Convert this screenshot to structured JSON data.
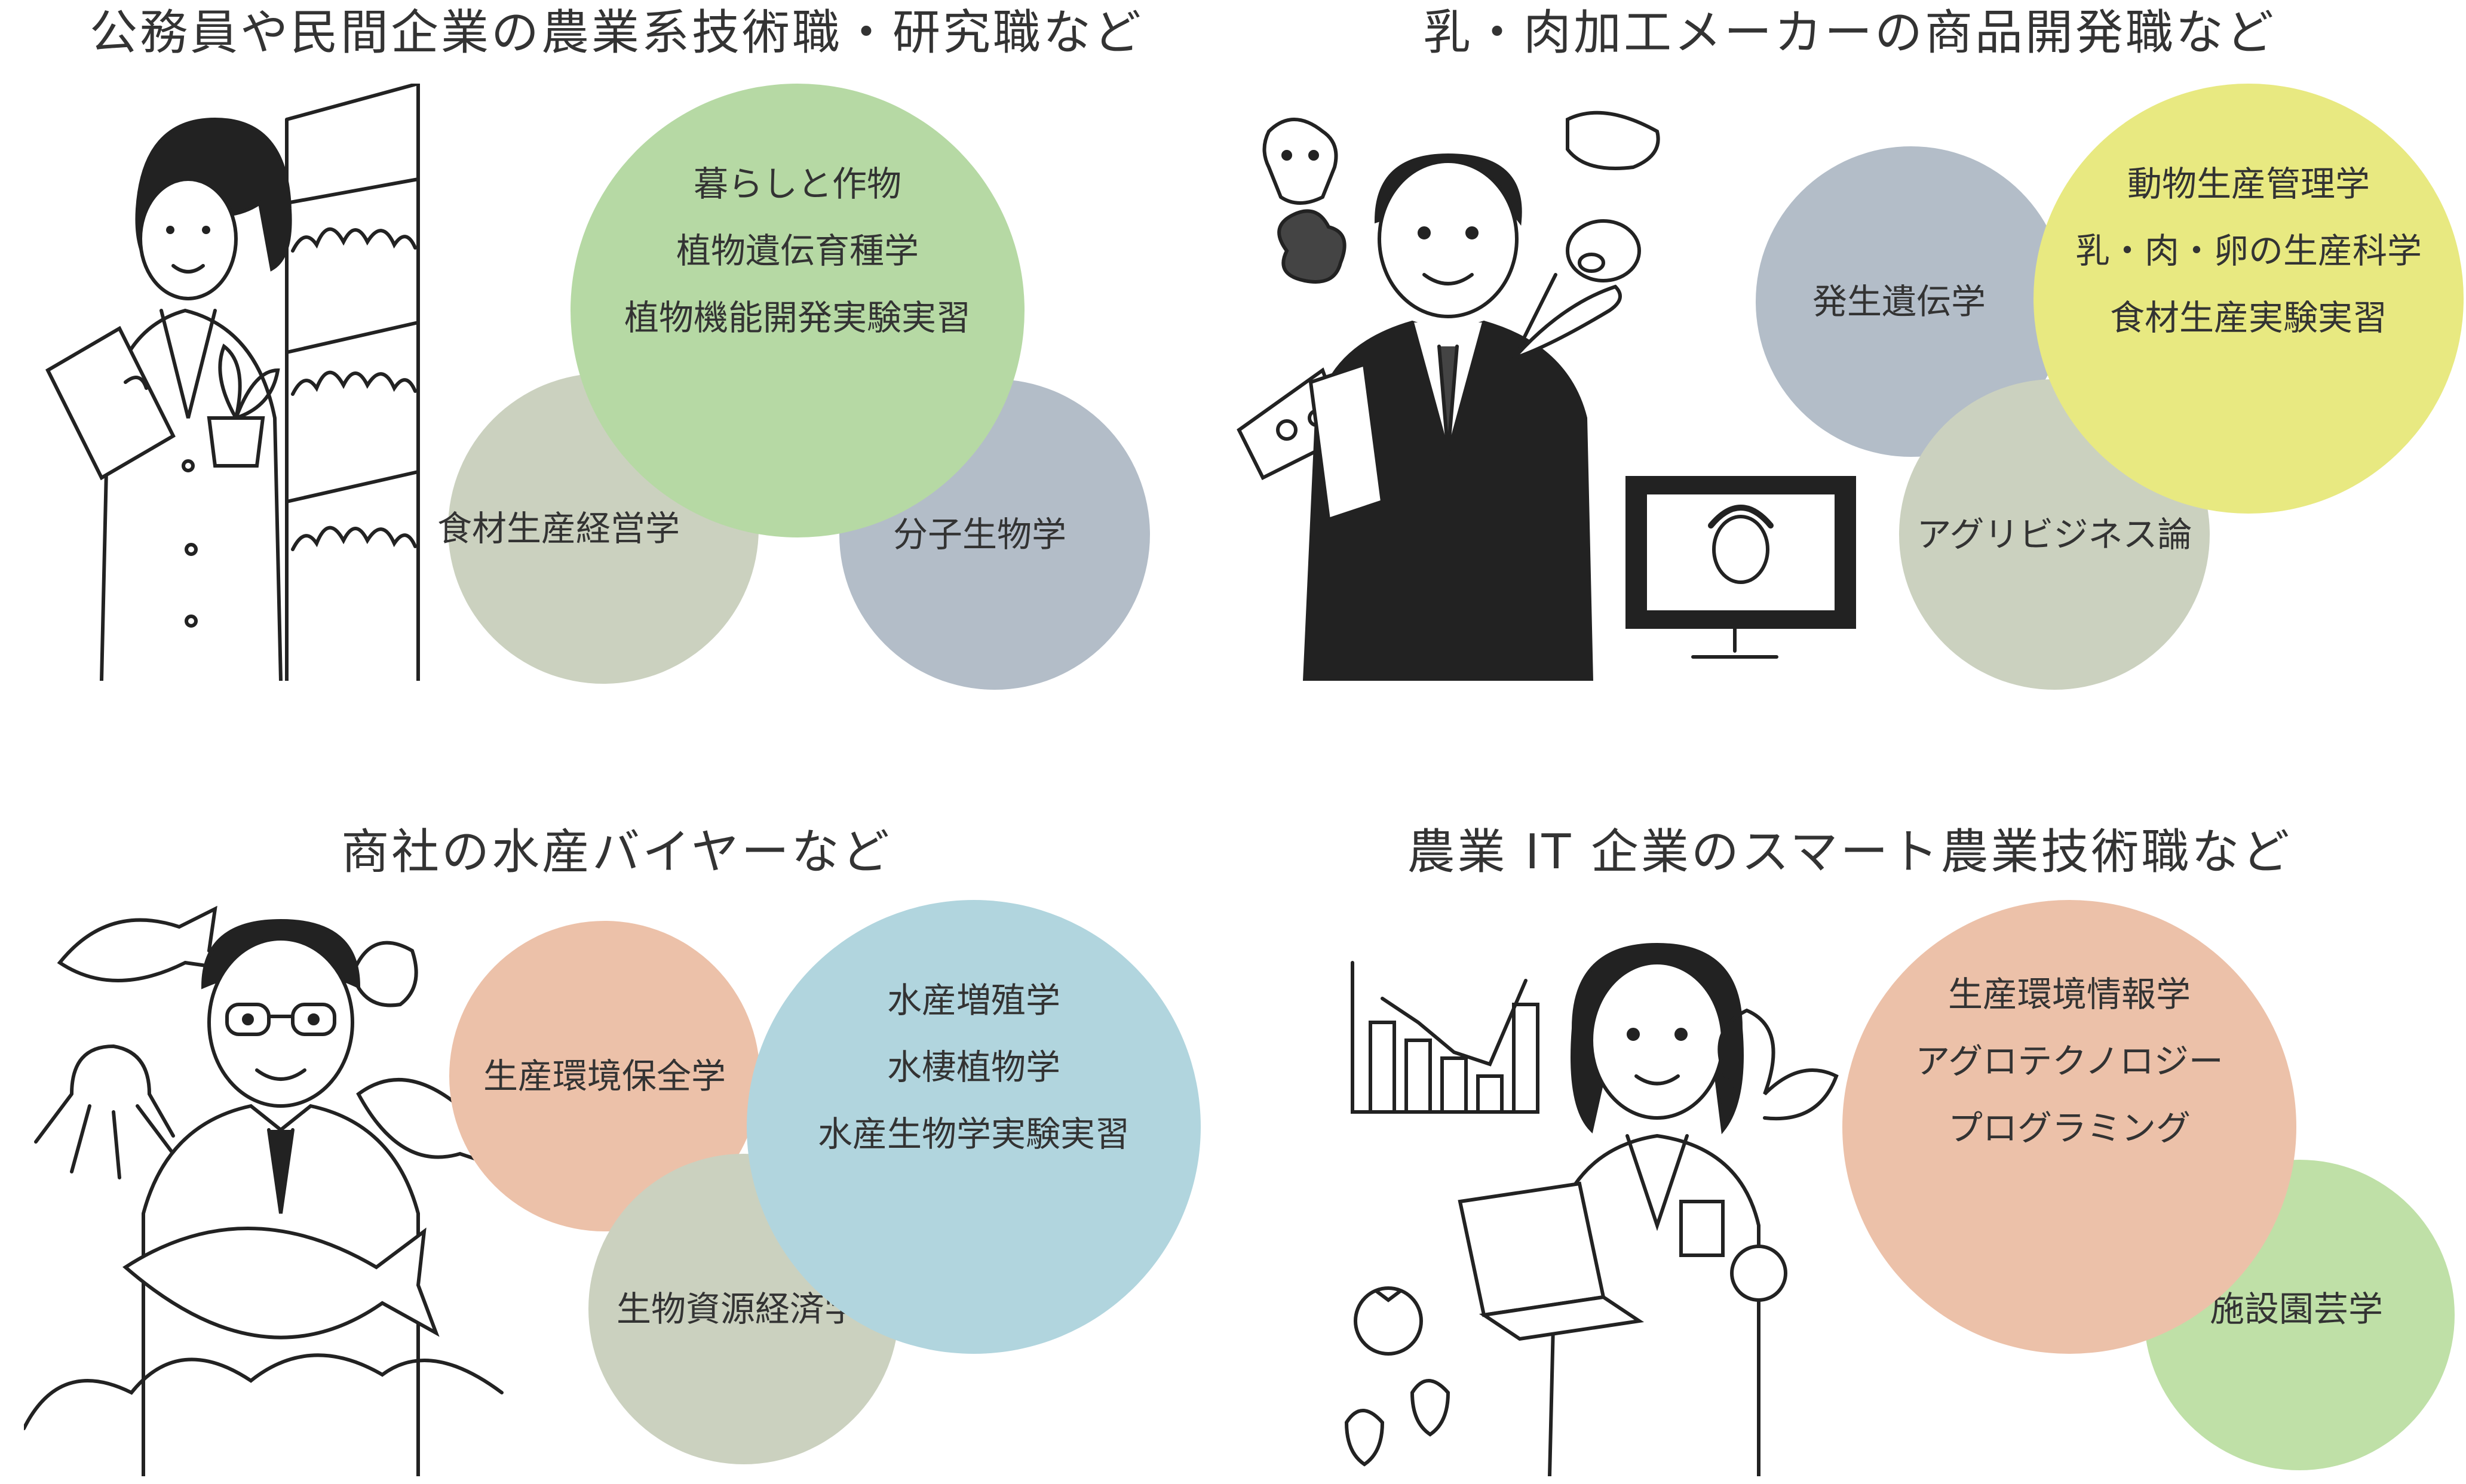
{
  "colors": {
    "green": "#b6d9a4",
    "sage": "#cbd1bf",
    "slate": "#b3bdc8",
    "yellow": "#e8e981",
    "salmon": "#ecc1a9",
    "sky": "#b1d5de",
    "lightgreen": "#bfe0a7",
    "ink": "#333333"
  },
  "panels": [
    {
      "title": "公務員や民間企業の農業系技術職・研究職など",
      "illustration": "researcher-with-plants",
      "circles": [
        {
          "lines": [
            "食材生産経営学"
          ]
        },
        {
          "lines": [
            "分子生物学"
          ]
        },
        {
          "lines": [
            "暮らしと作物",
            "植物遺伝育種学",
            "植物機能開発実験実習"
          ]
        }
      ]
    },
    {
      "title": "乳・肉加工メーカーの商品開発職など",
      "illustration": "businessman-with-dairy-meat",
      "circles": [
        {
          "lines": [
            "発生遺伝学"
          ]
        },
        {
          "lines": [
            "アグリビジネス論"
          ]
        },
        {
          "lines": [
            "動物生産管理学",
            "乳・肉・卵の生産科学",
            "食材生産実験実習"
          ]
        }
      ]
    },
    {
      "title": "商社の水産バイヤーなど",
      "illustration": "buyer-holding-fish",
      "circles": [
        {
          "lines": [
            "生産環境保全学"
          ]
        },
        {
          "lines": [
            "生物資源経済学"
          ]
        },
        {
          "lines": [
            "水産増殖学",
            "水棲植物学",
            "水産生物学実験実習"
          ]
        }
      ]
    },
    {
      "title": "農業 IT 企業のスマート農業技術職など",
      "illustration": "engineer-with-laptop",
      "circles": [
        {
          "lines": [
            "施設園芸学"
          ]
        },
        {
          "lines": [
            "生産環境情報学",
            "アグロテクノロジー",
            "プログラミング"
          ]
        }
      ]
    }
  ]
}
